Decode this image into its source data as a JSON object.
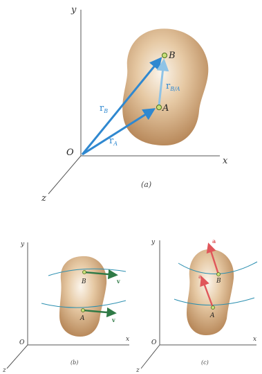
{
  "panel_a": {
    "axis_y": "y",
    "axis_x": "x",
    "axis_z": "z",
    "origin": "O",
    "point_a": "A",
    "point_b": "B",
    "vec_ra_main": "r",
    "vec_ra_sub": "A",
    "vec_rb_main": "r",
    "vec_rb_sub": "B",
    "vec_rba_main": "r",
    "vec_rba_sub": "B/A",
    "caption": "(a)"
  },
  "panel_b": {
    "axis_y": "y",
    "axis_x": "x",
    "axis_z": "z",
    "origin": "O",
    "point_a": "A",
    "point_b": "B",
    "vel_label_top": "v",
    "vel_label_bottom": "v",
    "caption": "(b)"
  },
  "panel_c": {
    "axis_y": "y",
    "axis_x": "x",
    "axis_z": "z",
    "origin": "O",
    "point_a": "A",
    "point_b": "B",
    "acc_label_top": "a",
    "acc_label_bottom": "a",
    "caption": "(c)"
  },
  "colors": {
    "blob_light": "#f6eadc",
    "blob_mid": "#ddb98f",
    "blob_dark": "#b98a5c",
    "position_vector": "#2f88d0",
    "relative_vector": "#8fc3e6",
    "velocity_vector": "#2f7a46",
    "acceleration_vector": "#e0565a",
    "path_curve": "#2b8fb0",
    "axis": "#555555",
    "point_fill": "#c9e07a"
  }
}
